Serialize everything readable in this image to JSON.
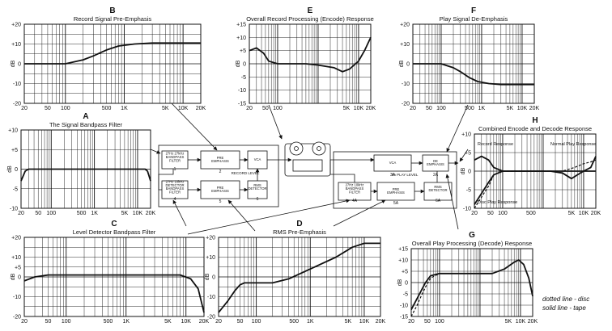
{
  "figures": [
    {
      "key": "A",
      "title": "The Signal Bandpass Filter",
      "ylabels": [
        "+10",
        "+5",
        "0",
        "-5",
        "-10"
      ],
      "xlabels": [
        "20",
        "50",
        "100",
        "500",
        "1K",
        "5K",
        "10K",
        "20K"
      ],
      "curves": [
        {
          "style": "solid",
          "points": [
            [
              20,
              -3
            ],
            [
              25,
              -0.5
            ],
            [
              30,
              0
            ],
            [
              40,
              0
            ],
            [
              15000,
              0
            ],
            [
              17000,
              -0.5
            ],
            [
              20000,
              -3
            ]
          ]
        }
      ]
    },
    {
      "key": "B",
      "title": "Record Signal Pre-Emphasis",
      "ylabels": [
        "+20",
        "+10",
        "0",
        "-10",
        "-20"
      ],
      "xlabels": [
        "20",
        "50",
        "100",
        "500",
        "1K",
        "5K",
        "10K",
        "20K"
      ],
      "curves": [
        {
          "style": "solid",
          "points": [
            [
              20,
              0
            ],
            [
              100,
              0
            ],
            [
              200,
              2
            ],
            [
              300,
              4
            ],
            [
              500,
              7
            ],
            [
              800,
              9
            ],
            [
              1500,
              10
            ],
            [
              3000,
              10.5
            ],
            [
              20000,
              10.5
            ]
          ]
        }
      ]
    },
    {
      "key": "C",
      "title": "Level Detector Bandpass Filter",
      "ylabels": [
        "+20",
        "+10",
        "+5",
        "0",
        "-10",
        "-20"
      ],
      "xlabels": [
        "20",
        "50",
        "100",
        "500",
        "1K",
        "5K",
        "10K",
        "20K"
      ],
      "curves": [
        {
          "style": "solid",
          "points": [
            [
              20,
              -2
            ],
            [
              30,
              0
            ],
            [
              50,
              1
            ],
            [
              8000,
              1
            ],
            [
              12000,
              -1
            ],
            [
              16000,
              -6
            ],
            [
              20000,
              -18
            ]
          ]
        }
      ]
    },
    {
      "key": "D",
      "title": "RMS Pre-Emphasis",
      "ylabels": [
        "+20",
        "+10",
        "0",
        "-10",
        "-20"
      ],
      "xlabels": [
        "20",
        "50",
        "100",
        "500",
        "1K",
        "5K",
        "10K",
        "20K"
      ],
      "curves": [
        {
          "style": "solid",
          "points": [
            [
              20,
              -18
            ],
            [
              30,
              -12
            ],
            [
              40,
              -7
            ],
            [
              50,
              -4
            ],
            [
              60,
              -3
            ],
            [
              200,
              -3
            ],
            [
              400,
              -1
            ],
            [
              1000,
              4
            ],
            [
              3000,
              10
            ],
            [
              6000,
              15
            ],
            [
              10000,
              17
            ],
            [
              20000,
              17
            ]
          ]
        }
      ]
    },
    {
      "key": "E",
      "title": "Overall Record Processing (Encode) Response",
      "ylabels": [
        "+15",
        "+10",
        "+5",
        "0",
        "-5",
        "-10",
        "-15"
      ],
      "xlabels": [
        "20",
        "50",
        "100",
        "5K",
        "10K",
        "20K"
      ],
      "curves": [
        {
          "style": "solid",
          "points": [
            [
              20,
              5
            ],
            [
              30,
              6
            ],
            [
              45,
              4
            ],
            [
              60,
              1
            ],
            [
              100,
              0
            ],
            [
              500,
              0
            ],
            [
              1000,
              -0.5
            ],
            [
              2500,
              -1.5
            ],
            [
              4000,
              -3
            ],
            [
              6000,
              -2
            ],
            [
              10000,
              1
            ],
            [
              14000,
              5
            ],
            [
              20000,
              10
            ]
          ]
        }
      ]
    },
    {
      "key": "F",
      "title": "Play Signal De-Emphasis",
      "ylabels": [
        "+20",
        "+10",
        "0",
        "-10",
        "-20"
      ],
      "xlabels": [
        "20",
        "50",
        "100",
        "500",
        "1K",
        "5K",
        "10K",
        "20K"
      ],
      "curves": [
        {
          "style": "solid",
          "points": [
            [
              20,
              0
            ],
            [
              100,
              0
            ],
            [
              200,
              -2
            ],
            [
              300,
              -4
            ],
            [
              500,
              -7
            ],
            [
              800,
              -9
            ],
            [
              1500,
              -10
            ],
            [
              3000,
              -10.5
            ],
            [
              20000,
              -10.5
            ]
          ]
        }
      ]
    },
    {
      "key": "G",
      "title": "Overall Play Processing (Decode) Response",
      "ylabels": [
        "+15",
        "+10",
        "+5",
        "0",
        "-5",
        "-10",
        "-15"
      ],
      "xlabels": [
        "20",
        "50",
        "100",
        "5K",
        "10K",
        "20K"
      ],
      "curves": [
        {
          "style": "solid",
          "points": [
            [
              20,
              -12
            ],
            [
              30,
              -6
            ],
            [
              45,
              0
            ],
            [
              60,
              3
            ],
            [
              100,
              4
            ],
            [
              2000,
              4
            ],
            [
              4000,
              6
            ],
            [
              7000,
              9
            ],
            [
              9000,
              10
            ],
            [
              12000,
              8
            ],
            [
              16000,
              2
            ],
            [
              20000,
              -6
            ]
          ]
        },
        {
          "style": "dashed",
          "points": [
            [
              20,
              -15
            ],
            [
              28,
              -10
            ],
            [
              35,
              -6
            ],
            [
              45,
              -2
            ],
            [
              60,
              2
            ],
            [
              100,
              4
            ]
          ]
        }
      ]
    },
    {
      "key": "H",
      "title": "Combined Encode and Decode Response",
      "ylabels": [
        "+10",
        "+5",
        "0",
        "-5",
        "-10"
      ],
      "xlabels": [
        "20",
        "50",
        "100",
        "500",
        "5K",
        "10K",
        "20K"
      ],
      "annotations": [
        "Record Response",
        "Normal Play Response",
        "Disc Play Response"
      ],
      "curves": [
        {
          "style": "solid",
          "points": [
            [
              20,
              3
            ],
            [
              30,
              4
            ],
            [
              45,
              3
            ],
            [
              60,
              1
            ],
            [
              100,
              0
            ],
            [
              20000,
              0
            ]
          ]
        },
        {
          "style": "solid",
          "points": [
            [
              20,
              -9
            ],
            [
              30,
              -6
            ],
            [
              45,
              -3
            ],
            [
              60,
              -1
            ],
            [
              100,
              0
            ],
            [
              1500,
              0
            ],
            [
              3000,
              -0.5
            ],
            [
              5000,
              -2
            ],
            [
              7000,
              -1
            ],
            [
              10000,
              0
            ],
            [
              15000,
              1
            ],
            [
              20000,
              4
            ]
          ]
        },
        {
          "style": "dashed",
          "points": [
            [
              20,
              -10
            ],
            [
              30,
              -7
            ],
            [
              45,
              -4
            ],
            [
              60,
              -1
            ],
            [
              100,
              0
            ],
            [
              3000,
              0
            ],
            [
              6000,
              1
            ],
            [
              10000,
              2
            ],
            [
              15000,
              2.5
            ],
            [
              20000,
              3
            ]
          ]
        }
      ]
    }
  ],
  "blocks": {
    "bandpass1": {
      "label": "27Hz 27kHz BANDPASS FILTER",
      "num": "1"
    },
    "preemph2": {
      "label": "PRE EMPHASIS",
      "num": "2"
    },
    "vca3": {
      "label": "VCA",
      "num": "3"
    },
    "detbp4": {
      "label": "27Hz 10kHz DETECTOR BANDPASS FILTER",
      "num": "4"
    },
    "preemph5": {
      "label": "PRE EMPHASIS",
      "num": "5"
    },
    "rms6": {
      "label": "RMS DETECTOR",
      "num": "6"
    },
    "record_level": "RECORD LEVEL",
    "vca3a": {
      "label": "VCA",
      "num": "3A"
    },
    "deemph2a": {
      "label": "DE EMPHASIS",
      "num": "2A"
    },
    "play_level": "7A PLAY LEVEL",
    "bp4a": {
      "label": "27Hz 10kHz BANDPASS FILTER",
      "num": "4A"
    },
    "preemph5a": {
      "label": "PRE EMPHASIS",
      "num": "5A"
    },
    "rms6a": {
      "label": "RMS DETECTOR",
      "num": "6A"
    }
  },
  "ylabel": "dB",
  "legend_note": [
    "dotted line - disc",
    "solid line - tape"
  ],
  "colors": {
    "ink": "#111111",
    "paper": "#ffffff"
  }
}
